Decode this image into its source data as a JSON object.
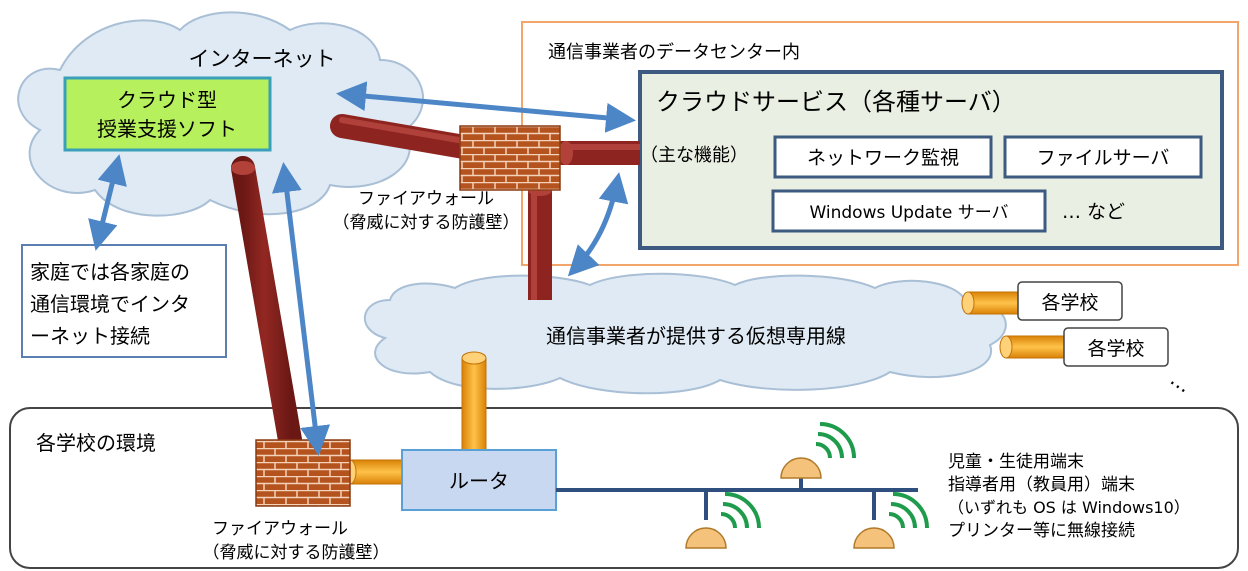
{
  "labels": {
    "internet": "インターネット",
    "cloud_soft_line1": "クラウド型",
    "cloud_soft_line2": "授業支援ソフト",
    "datacenter": "通信事業者のデータセンター内",
    "cloud_service": "クラウドサービス（各種サーバ）",
    "main_features": "（主な機能）",
    "network_monitor": "ネットワーク監視",
    "file_server": "ファイルサーバ",
    "wu_server": "Windows Update サーバ",
    "etc": "… など",
    "firewall_top": "ファイアウォール",
    "firewall_top_sub": "（脅威に対する防護壁）",
    "home_line1": "家庭では各家庭の",
    "home_line2": "通信環境でインタ",
    "home_line3": "ーネット接続",
    "vpn": "通信事業者が提供する仮想専用線",
    "school_1": "各学校",
    "school_2": "各学校",
    "ellipsis": "…",
    "school_env": "各学校の環境",
    "router": "ルータ",
    "firewall_bottom": "ファイアウォール",
    "firewall_bottom_sub": "（脅威に対する防護壁）",
    "devices_line1": "児童・生徒用端末",
    "devices_line2": "指導者用（教員用）端末",
    "devices_line3": "（いずれも OS は Windows10）",
    "devices_line4": "プリンター等に無線接続"
  },
  "colors": {
    "cloud_fill": "#dfeaf4",
    "cloud_stroke": "#a9bfd6",
    "soft_box_fill": "#b6f05c",
    "soft_box_stroke": "#3aa0b9",
    "datacenter_border": "#f2a66b",
    "service_fill": "#e9efe2",
    "service_border": "#3d5a80",
    "pipe_red": "#8e2420",
    "pipe_orange": "#f2a51b",
    "brick": "#b5531f",
    "arrow": "#4c86c6",
    "router_fill": "#c8d8f0",
    "router_stroke": "#5aa0d6",
    "wifi_green": "#1e9b4b",
    "ap_fill": "#f4c27a"
  }
}
